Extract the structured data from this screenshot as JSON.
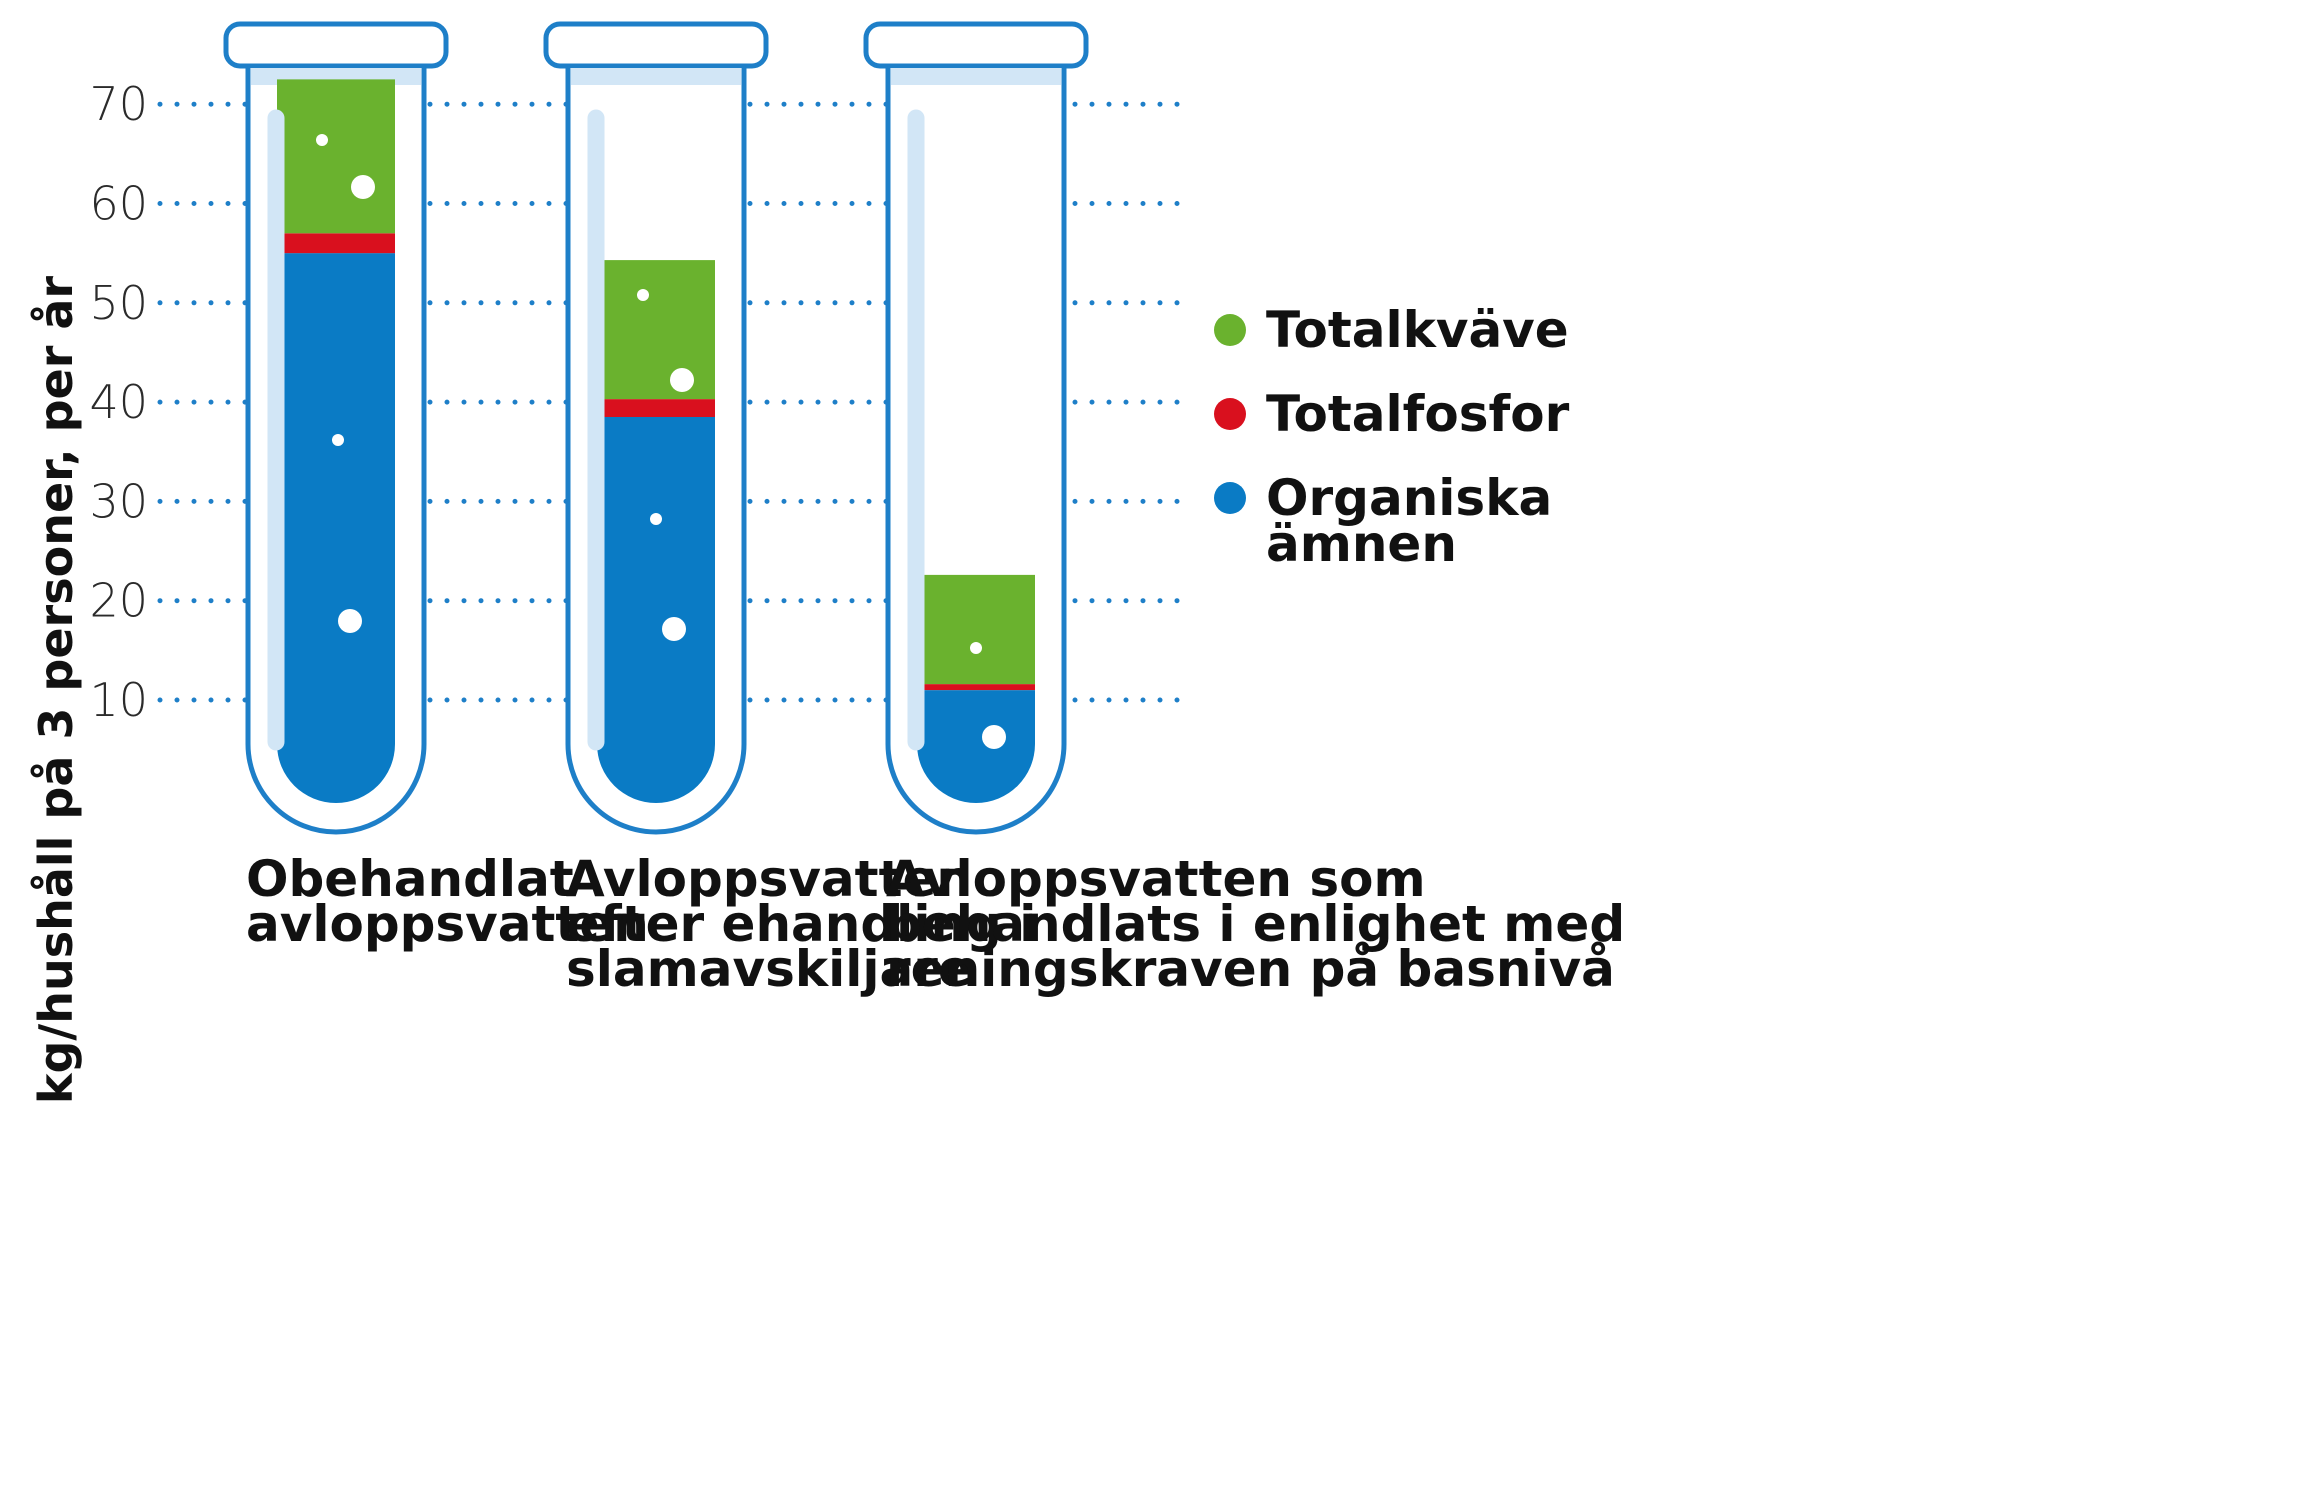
{
  "chart_data": {
    "type": "bar",
    "stacked": true,
    "ylabel": "kg/hushåll på 3 personer, per år",
    "ylim": [
      0,
      72
    ],
    "yticks": [
      10,
      20,
      30,
      40,
      50,
      60,
      70
    ],
    "grid": "dotted horizontal",
    "legend_position": "right",
    "categories": [
      [
        "Obehandlat",
        "avloppsvatten"
      ],
      [
        "Avloppsvatten",
        "efter ehandling i",
        "slamavskiljare"
      ],
      [
        "Avloppsvatten som",
        "behandlats i enlighet med",
        "reningskraven på basnivå"
      ]
    ],
    "series": [
      {
        "name": "Organiska ämnen",
        "legend_lines": [
          "Organiska",
          "ämnen"
        ],
        "color": "#0a7bc5",
        "values": [
          55,
          38.5,
          11
        ]
      },
      {
        "name": "Totalfosfor",
        "legend_lines": [
          "Totalfosfor"
        ],
        "color": "#d9101e",
        "values": [
          2,
          1.8,
          0.6
        ]
      },
      {
        "name": "Totalkväve",
        "legend_lines": [
          "Totalkväve"
        ],
        "color": "#6ab22e",
        "values": [
          15.5,
          14,
          11
        ]
      }
    ],
    "tube_color": "#1e7fc8",
    "tube_highlight": "#d2e6f6"
  }
}
